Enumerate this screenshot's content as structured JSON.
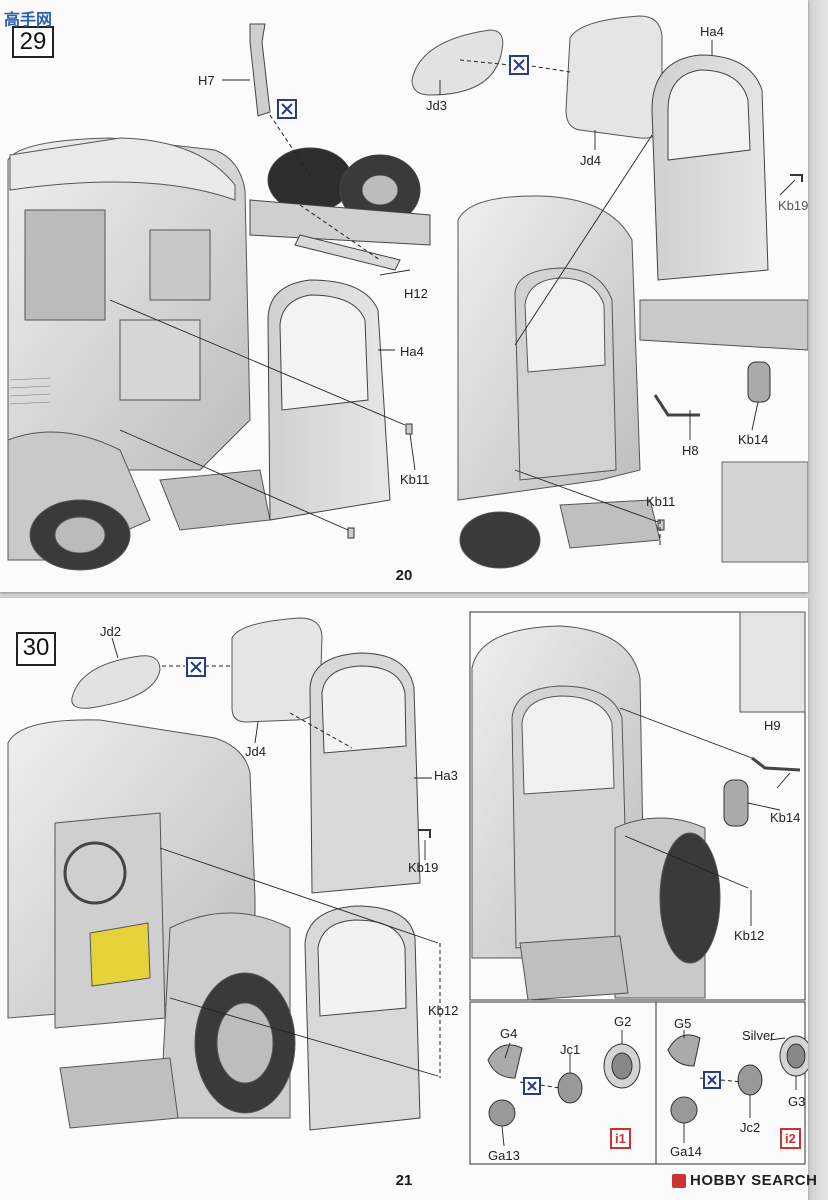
{
  "watermark_top": "高手网",
  "watermark_site": "HOBBY SEARCH",
  "page_top": {
    "number": "20",
    "step": "29",
    "labels": {
      "H7": "H7",
      "Jd3": "Jd3",
      "Ha4_a": "Ha4",
      "Jd4": "Jd4",
      "Kb19": "Kb19",
      "H12": "H12",
      "Ha4_b": "Ha4",
      "H8": "H8",
      "Kb14": "Kb14",
      "Kb11_a": "Kb11",
      "Kb11_b": "Kb11"
    }
  },
  "page_bot": {
    "number": "21",
    "step": "30",
    "labels": {
      "Jd2": "Jd2",
      "Jd4": "Jd4",
      "Ha3": "Ha3",
      "Kb19": "Kb19",
      "Kb12_a": "Kb12",
      "H9": "H9",
      "Kb14": "Kb14",
      "Kb12_b": "Kb12",
      "G4": "G4",
      "Jc1": "Jc1",
      "G2": "G2",
      "Ga13": "Ga13",
      "G5": "G5",
      "Silver": "Silver",
      "Jc2": "Jc2",
      "G3": "G3",
      "Ga14": "Ga14"
    },
    "inset_tags": [
      "i1",
      "i2"
    ]
  },
  "colors": {
    "part": "#d9d9d9",
    "line": "#333333",
    "accent_red": "#d23030",
    "highlight": "#e6d23a",
    "symbol": "#2a3a8a"
  }
}
